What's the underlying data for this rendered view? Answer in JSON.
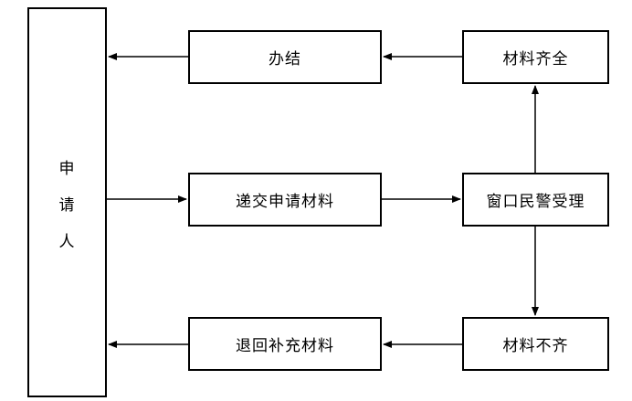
{
  "applicant": {
    "chars": [
      "申",
      "请",
      "人"
    ]
  },
  "nodes": {
    "done": "办结",
    "submit": "递交申请材料",
    "return_supplement": "退回补充材料",
    "materials_complete": "材料齐全",
    "window_accept": "窗口民警受理",
    "materials_incomplete": "材料不齐"
  },
  "colors": {
    "line": "#000000",
    "background": "#ffffff"
  }
}
